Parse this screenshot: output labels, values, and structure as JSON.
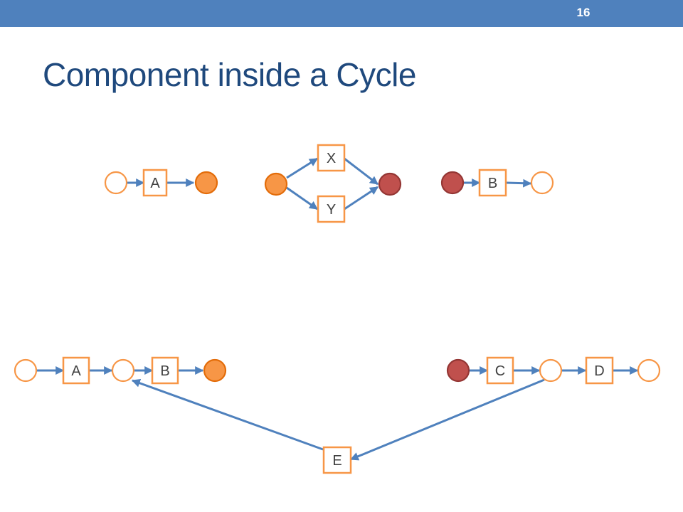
{
  "slide": {
    "number": "16",
    "title": "Component inside a Cycle"
  },
  "colors": {
    "header_bar": "#4f81bd",
    "title_text": "#1f497d",
    "empty_place_stroke": "#f79646",
    "source_place": "#f79646",
    "sink_place": "#c0504d",
    "transition_border": "#f79646",
    "arc": "#4f81bd"
  },
  "diagram": {
    "top": {
      "component_a": {
        "transition": "A"
      },
      "component_xy": {
        "transitions": [
          "X",
          "Y"
        ]
      },
      "component_b": {
        "transition": "B"
      }
    },
    "bottom": {
      "transitions": [
        "A",
        "B",
        "C",
        "D",
        "E"
      ],
      "arcs": [
        [
          "place-start",
          "A"
        ],
        [
          "A",
          "place-mid-1"
        ],
        [
          "place-mid-1",
          "B"
        ],
        [
          "B",
          "place-orange"
        ],
        [
          "place-red",
          "C"
        ],
        [
          "C",
          "place-mid-2"
        ],
        [
          "place-mid-2",
          "D"
        ],
        [
          "D",
          "place-end"
        ],
        [
          "place-mid-2",
          "E"
        ],
        [
          "E",
          "place-mid-1"
        ]
      ]
    }
  }
}
